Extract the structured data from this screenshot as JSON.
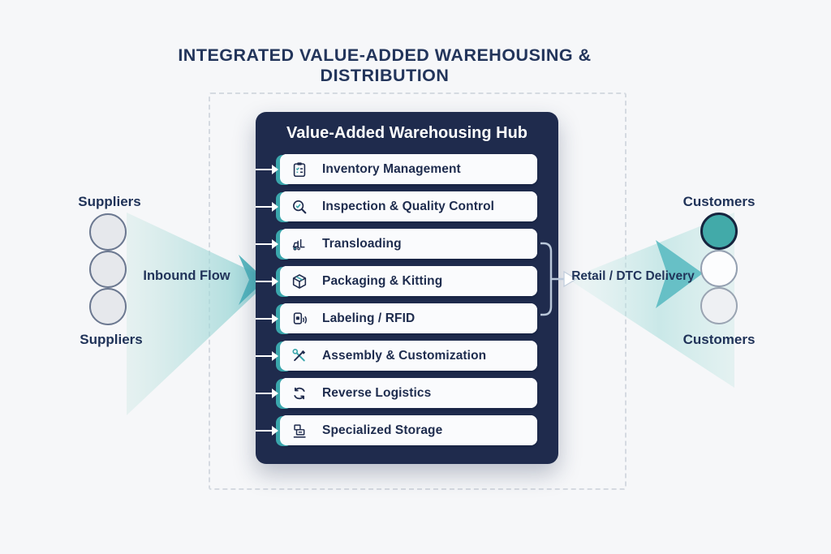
{
  "title": "INTEGRATED VALUE-ADDED WAREHOUSING & DISTRIBUTION",
  "hub": {
    "title": "Value-Added Warehousing Hub",
    "services": [
      {
        "label": "Inventory Management",
        "icon": "clipboard-checklist-icon"
      },
      {
        "label": "Inspection & Quality Control",
        "icon": "search-check-icon"
      },
      {
        "label": "Transloading",
        "icon": "forklift-icon"
      },
      {
        "label": "Packaging & Kitting",
        "icon": "package-icon"
      },
      {
        "label": "Labeling / RFID",
        "icon": "rfid-tag-icon"
      },
      {
        "label": "Assembly & Customization",
        "icon": "tools-icon"
      },
      {
        "label": "Reverse Logistics",
        "icon": "reverse-arrows-icon"
      },
      {
        "label": "Specialized Storage",
        "icon": "storage-rack-icon"
      }
    ]
  },
  "left": {
    "label_top": "Suppliers",
    "label_bottom": "Suppliers",
    "flow_label": "Inbound Flow",
    "node_count": 3
  },
  "right": {
    "label_top": "Customers",
    "label_bottom": "Customers",
    "flow_label": "Retail / DTC Delivery",
    "node_count": 3
  },
  "colors": {
    "background": "#f6f7f9",
    "navy": "#1f2b4d",
    "teal": "#3aa6ac",
    "teal_node": "#42aaa9",
    "row_bg": "#fafbfd",
    "dashed_border": "#d5dae1",
    "bracket": "#b9c7d9"
  }
}
